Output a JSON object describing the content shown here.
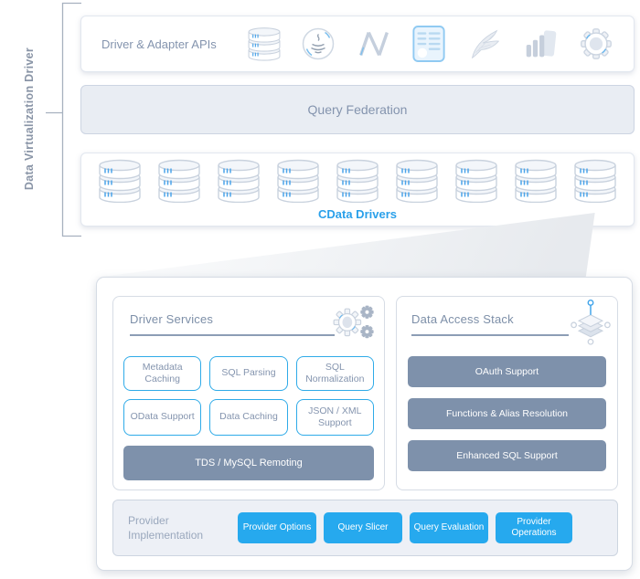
{
  "left_label": {
    "text": "Data Virtualization Driver"
  },
  "api_box": {
    "label": "Driver & Adapter APIs",
    "icons": [
      "database-stack-icon",
      "java-icon",
      "dotnet-icon",
      "report-form-icon",
      "sql-server-icon",
      "power-bi-icon",
      "gear-icon"
    ]
  },
  "query_federation": {
    "label": "Query Federation"
  },
  "cdata_drivers": {
    "label": "CData Drivers",
    "database_icon": "database-stack-icon",
    "database_count": 9
  },
  "detail": {
    "driver_services": {
      "title": "Driver Services",
      "icon": "gears-icon",
      "boxes": [
        "Metadata Caching",
        "SQL Parsing",
        "SQL Normalization",
        "OData Support",
        "Data Caching",
        "JSON / XML Support"
      ],
      "remoting_box": "TDS / MySQL Remoting"
    },
    "data_access_stack": {
      "title": "Data Access Stack",
      "icon": "layer-stack-icon",
      "boxes": [
        "OAuth Support",
        "Functions & Alias Resolution",
        "Enhanced SQL Support"
      ]
    },
    "provider_implementation": {
      "label": "Provider Implementation",
      "buttons": [
        "Provider Options",
        "Query Slicer",
        "Query Evaluation",
        "Provider Operations"
      ]
    }
  },
  "colors": {
    "accent_blue": "#26a9ee",
    "outline_blue": "#2fabe8",
    "slate": "#7e91ab",
    "cdata_label_blue": "#2aa0ea",
    "muted_text": "#8494ae",
    "federation_fill": "#e9edf3"
  }
}
